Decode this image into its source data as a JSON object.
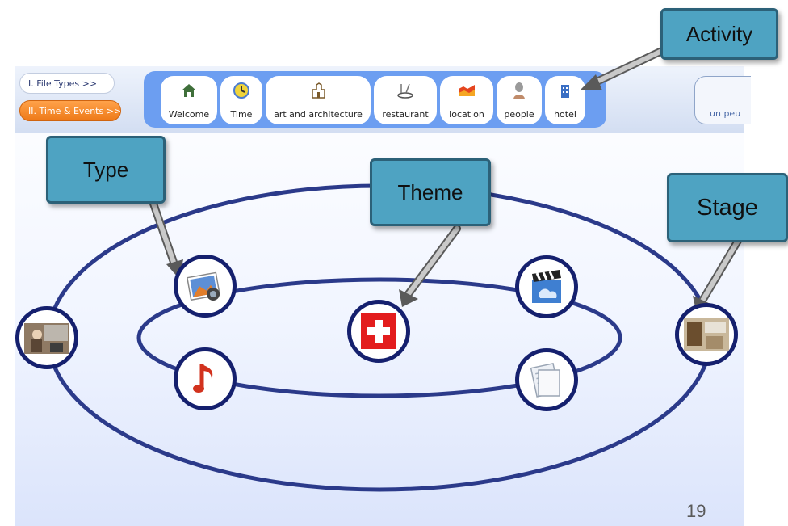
{
  "sidebar": {
    "file_types_label": "I. File Types >>",
    "time_events_label": "II. Time & Events >>"
  },
  "nav": {
    "buttons": [
      {
        "label": "Welcome",
        "icon": "house-icon"
      },
      {
        "label": "Time",
        "icon": "clock-icon"
      },
      {
        "label": "art and architecture",
        "icon": "building-icon"
      },
      {
        "label": "restaurant",
        "icon": "dining-icon"
      },
      {
        "label": "location",
        "icon": "map-icon"
      },
      {
        "label": "people",
        "icon": "person-icon"
      },
      {
        "label": "hotel",
        "icon": "hotel-icon"
      }
    ],
    "partial_button_label": "un peu"
  },
  "callouts": {
    "activity": "Activity",
    "type": "Type",
    "theme": "Theme",
    "stage": "Stage"
  },
  "nodes": [
    "stage-photo-left",
    "image-file-icon",
    "music-note-icon",
    "swiss-flag-icon",
    "video-clapper-icon",
    "document-icon",
    "stage-photo-right"
  ],
  "colors": {
    "nav_bar": "#6c9ef1",
    "active_pill": "#ee7a19",
    "ellipse_stroke": "#2b3a8a",
    "callout_fill": "#4ea3c2"
  },
  "page_number": "19"
}
